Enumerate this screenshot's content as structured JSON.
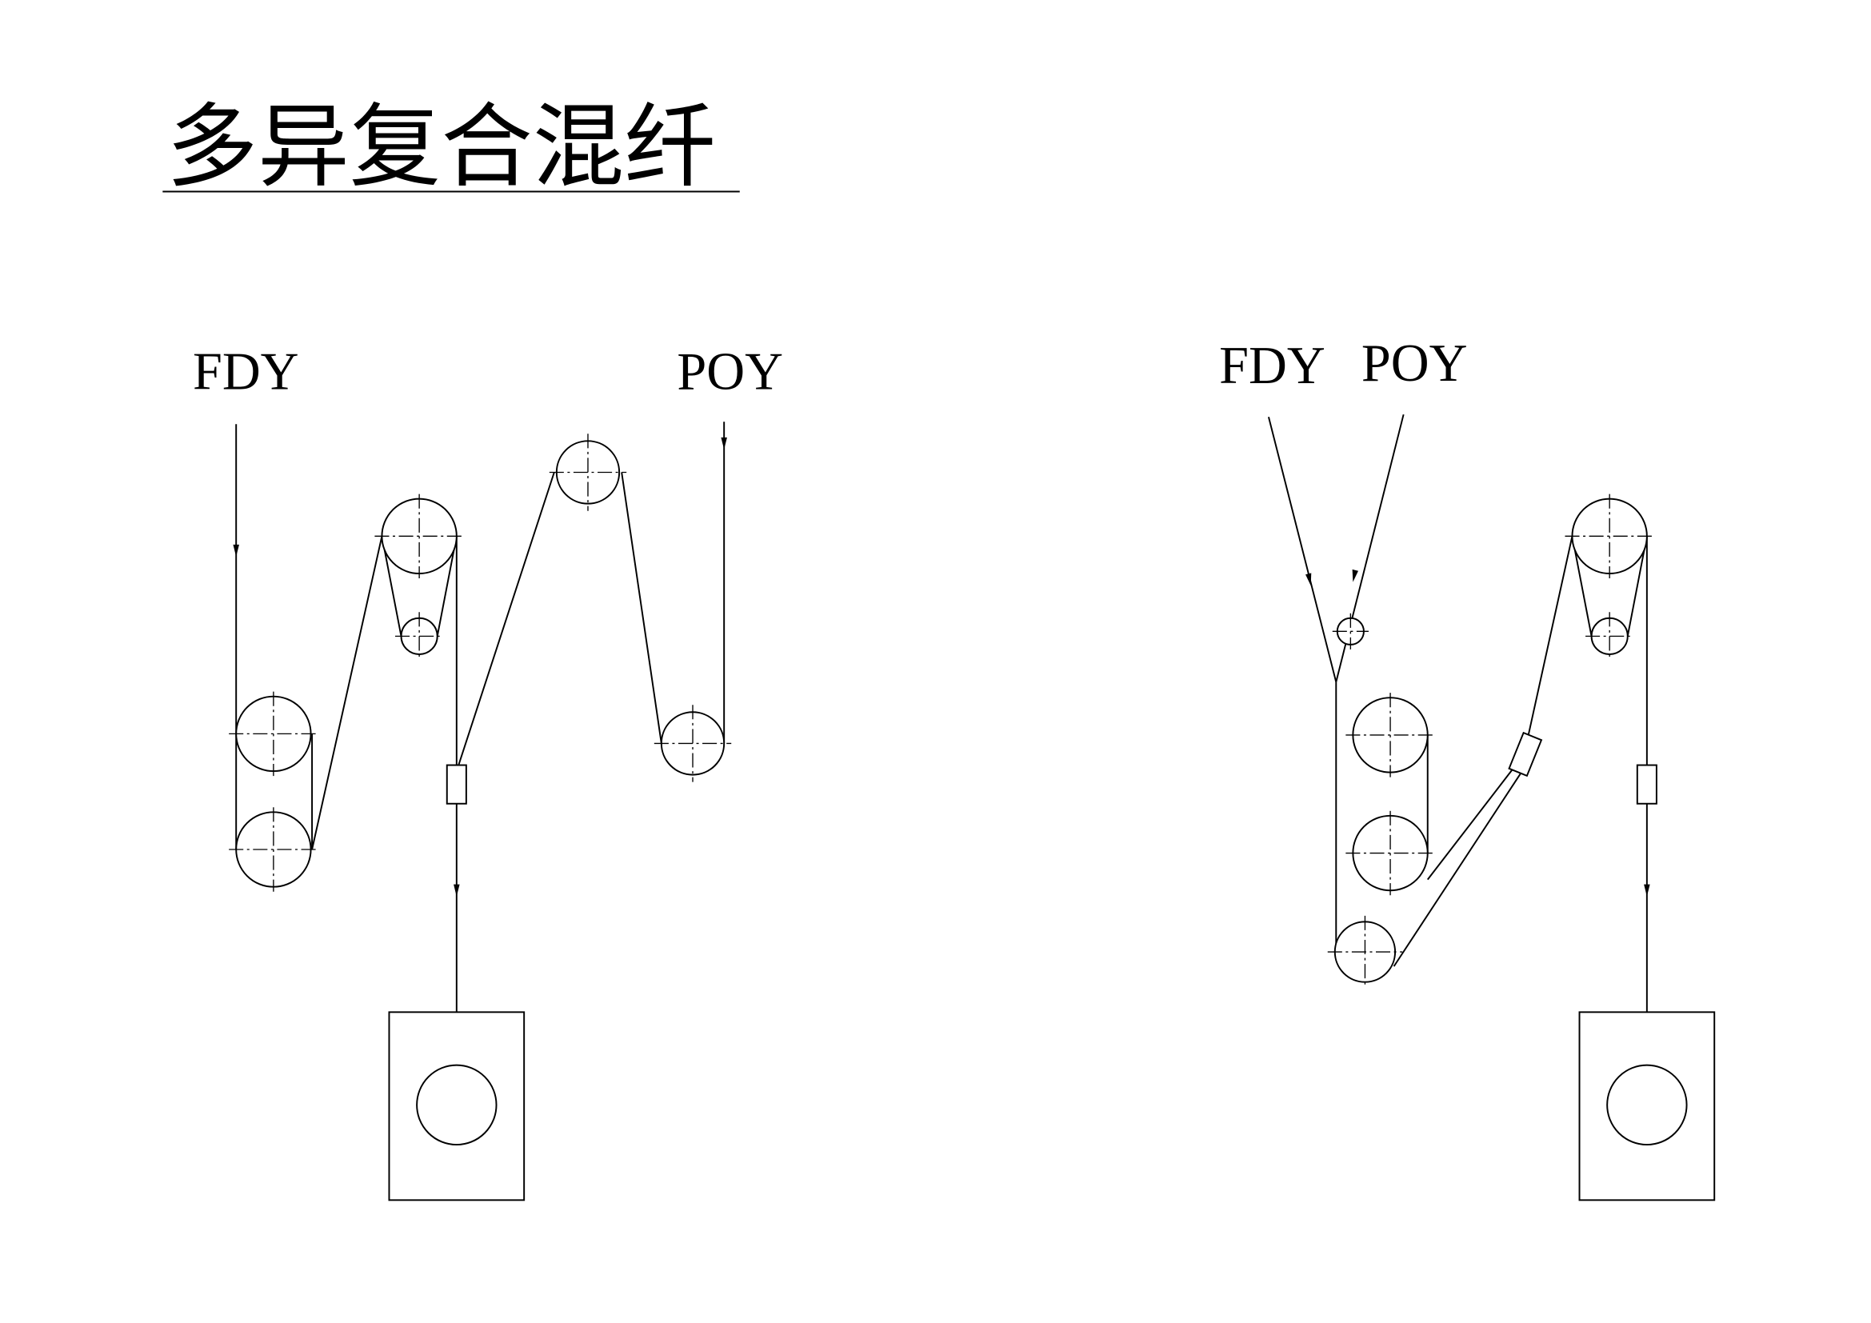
{
  "title": "多异复合混纤",
  "left_diagram": {
    "label_fdy": "FDY",
    "label_poy": "POY"
  },
  "right_diagram": {
    "label_fdy": "FDY",
    "label_poy": "POY"
  },
  "colors": {
    "line": "#000000",
    "background": "#ffffff"
  }
}
